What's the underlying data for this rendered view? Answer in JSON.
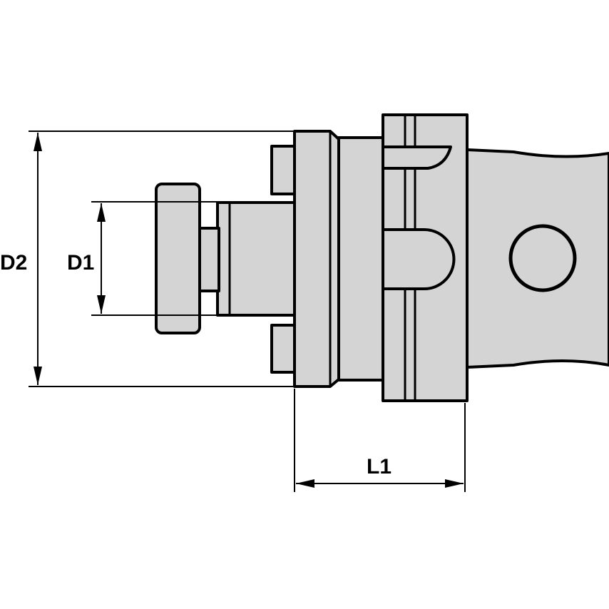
{
  "dimensions": {
    "d2_label": "D2",
    "d1_label": "D1",
    "l1_label": "L1"
  },
  "colors": {
    "part_fill": "#d4d4d4",
    "outline": "#000000"
  }
}
